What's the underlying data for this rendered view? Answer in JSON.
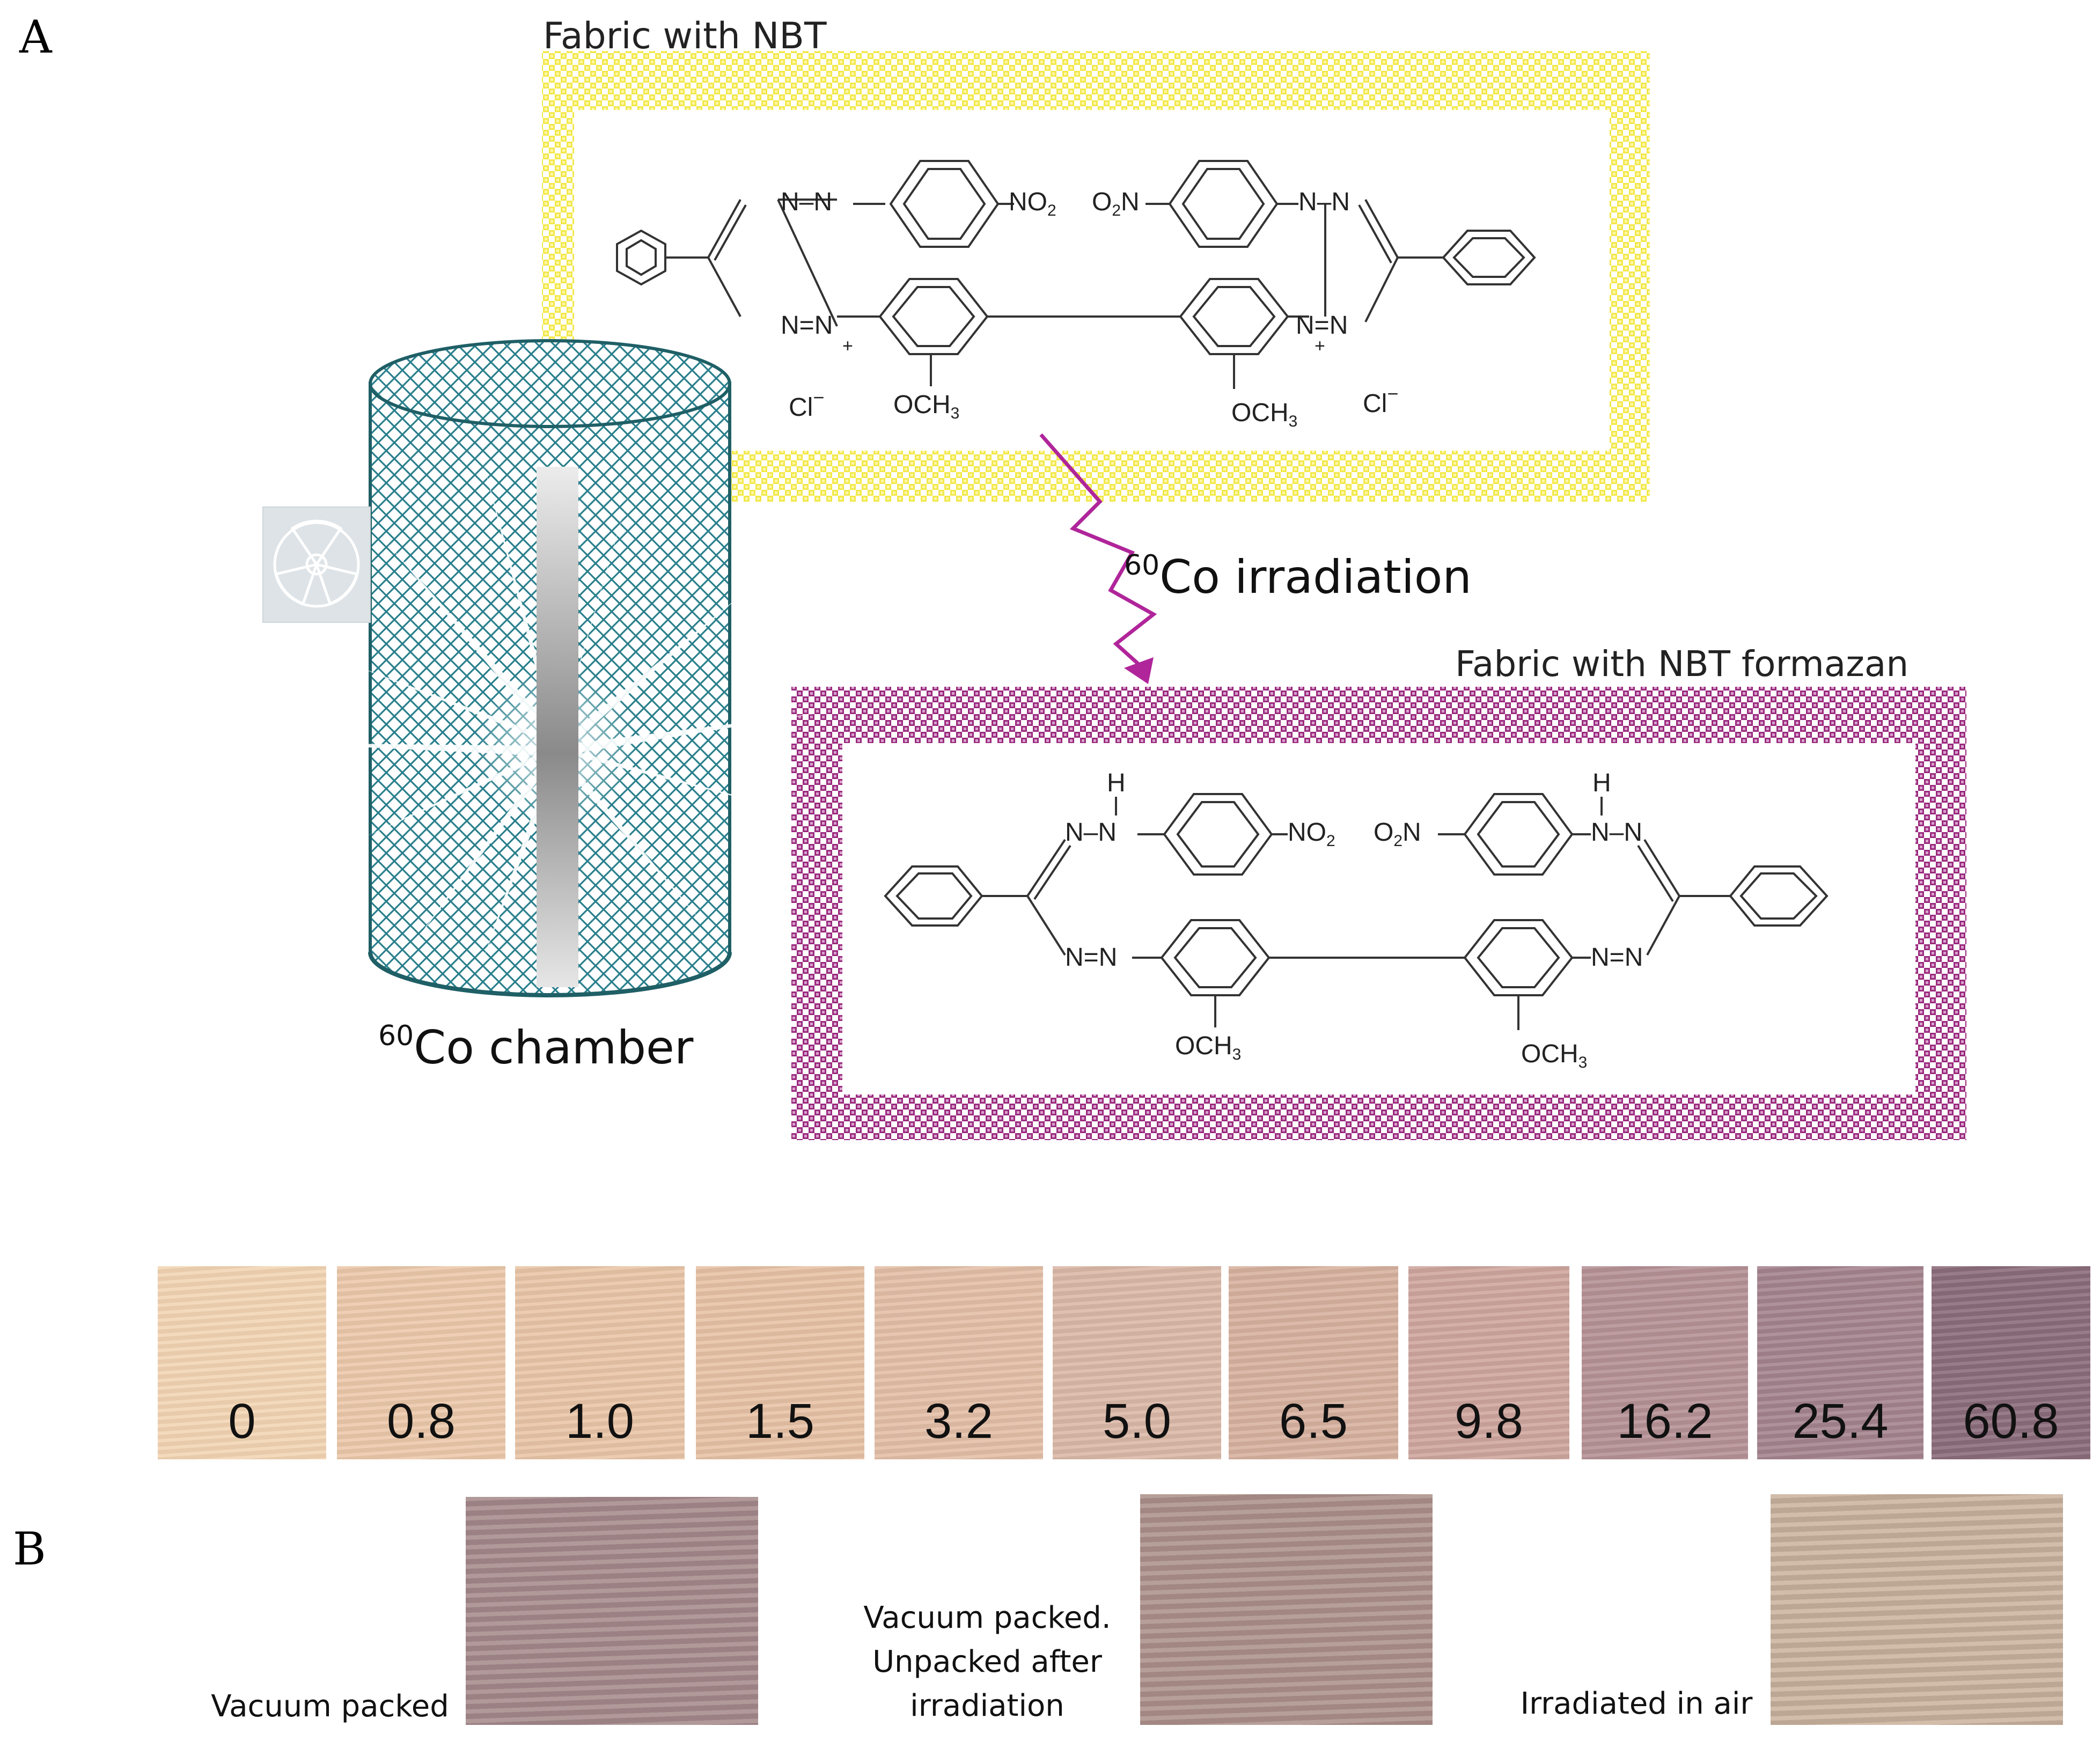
{
  "panel_a": {
    "letter": "A",
    "nbt_box_title": "Fabric with NBT",
    "formazan_box_title": "Fabric with NBT formazan",
    "irradiation_sup": "60",
    "irradiation_text": "Co irradiation",
    "chamber_sup": "60",
    "chamber_text": "Co chamber",
    "nbt_labels": {
      "nn_left_top": "N–N",
      "no2_left": "NO",
      "no2_left_sub": "2",
      "o2n_right": "O",
      "o2n_right_sub": "2",
      "o2n_right_n": "N",
      "nn_right_top": "N–N",
      "nn_left_bottom": "N=N",
      "nn_right_bottom": "N=N",
      "plus": "+",
      "cl": "Cl",
      "och3": "OCH",
      "och3_sub": "3"
    },
    "formazan_labels": {
      "h": "H",
      "nn_top": "N–N",
      "no2": "NO",
      "no2_sub": "2",
      "o2n": "O",
      "o2n_sub": "2",
      "o2n_n": "N",
      "nn_bottom": "N=N",
      "och3": "OCH",
      "och3_sub": "3"
    },
    "colors": {
      "nbt_border": "#f2e84a",
      "formazan_border": "#9a2a7e",
      "arrow": "#b0259a",
      "chamber": "#2a7f8c"
    }
  },
  "panel_b": {
    "letter": "B",
    "swatches": [
      {
        "label": "0",
        "color": "#f3d6b4"
      },
      {
        "label": "0.8",
        "color": "#ecc9ab"
      },
      {
        "label": "1.0",
        "color": "#eac6a8"
      },
      {
        "label": "1.5",
        "color": "#e8c3a7"
      },
      {
        "label": "3.2",
        "color": "#e4c0a8"
      },
      {
        "label": "5.0",
        "color": "#dbb9a8"
      },
      {
        "label": "6.5",
        "color": "#d8b2a0"
      },
      {
        "label": "9.8",
        "color": "#cfa79f"
      },
      {
        "label": "16.2",
        "color": "#b69296"
      },
      {
        "label": "25.4",
        "color": "#a5858f"
      },
      {
        "label": "60.8",
        "color": "#8c6d7c"
      }
    ],
    "samples": [
      {
        "caption": "Vacuum packed",
        "color": "#a68b8c"
      },
      {
        "caption": "Vacuum packed.\nUnpacked after\nirradiation",
        "color": "#ad928b"
      },
      {
        "caption": "Irradiated in air",
        "color": "#cbb49e"
      }
    ]
  }
}
